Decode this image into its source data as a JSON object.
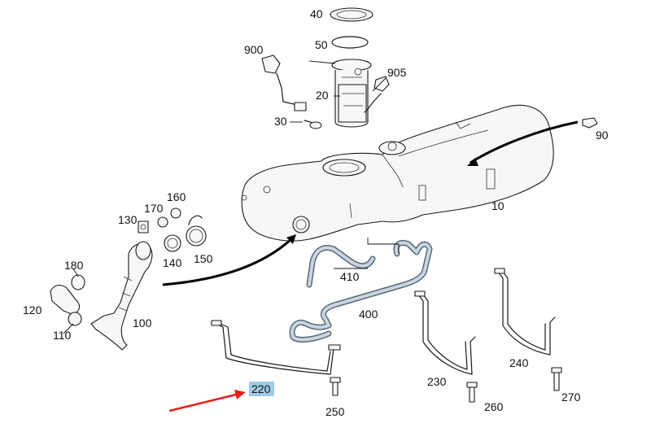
{
  "diagram": {
    "callouts": {
      "p10": "10",
      "p20": "20",
      "p30": "30",
      "p40": "40",
      "p50": "50",
      "p90": "90",
      "p100": "100",
      "p110": "110",
      "p120": "120",
      "p130": "130",
      "p140": "140",
      "p150": "150",
      "p160": "160",
      "p170": "170",
      "p180": "180",
      "p220": "220",
      "p230": "230",
      "p240": "240",
      "p250": "250",
      "p260": "260",
      "p270": "270",
      "p400": "400",
      "p410": "410",
      "p900": "900",
      "p905": "905"
    },
    "highlighted_callout": "220",
    "colors": {
      "highlight": "#9ecbe6",
      "pointer_arrow": "#e8201c",
      "hose": "#5a6a78",
      "linework": "#1a1a1a"
    }
  }
}
